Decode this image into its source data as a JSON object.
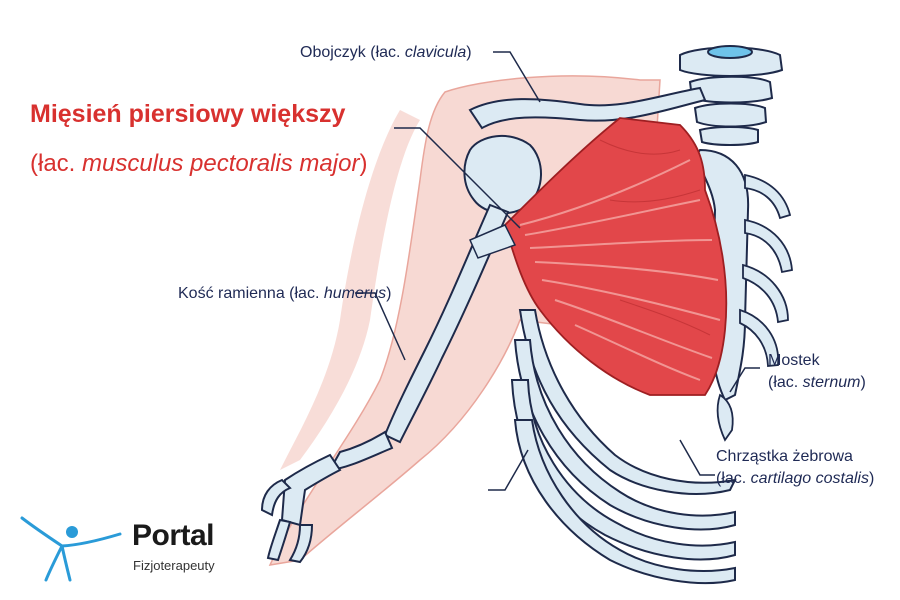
{
  "title": "Mięsień piersiowy większy",
  "subtitle": {
    "open": "(łac. ",
    "latin": "musculus pectoralis major",
    "close": ")"
  },
  "labels": {
    "clavicula": {
      "prefix": "Obojczyk (łac. ",
      "latin": "clavicula",
      "suffix": ")"
    },
    "humerus": {
      "prefix": "Kość ramienna (łac. ",
      "latin": "humerus",
      "suffix": ")"
    },
    "sternum": {
      "line1": "Mostek",
      "prefix": "(łac. ",
      "latin": "sternum",
      "suffix": ")"
    },
    "cartilage": {
      "line1": "Chrząstka żebrowa",
      "prefix": "(łac. ",
      "latin": "cartilago costalis",
      "suffix": ")"
    }
  },
  "logo": {
    "word": "Portal",
    "sub": "Fizjoterapeuty"
  },
  "colors": {
    "muscle": "#e2474a",
    "muscle_light": "#f08a88",
    "bone": "#dceaf3",
    "bone_outline": "#1e2a4a",
    "skin": "#f5cfc8",
    "title": "#d8312f",
    "label": "#1f2a55",
    "logo_figure": "#2a9bd8"
  }
}
